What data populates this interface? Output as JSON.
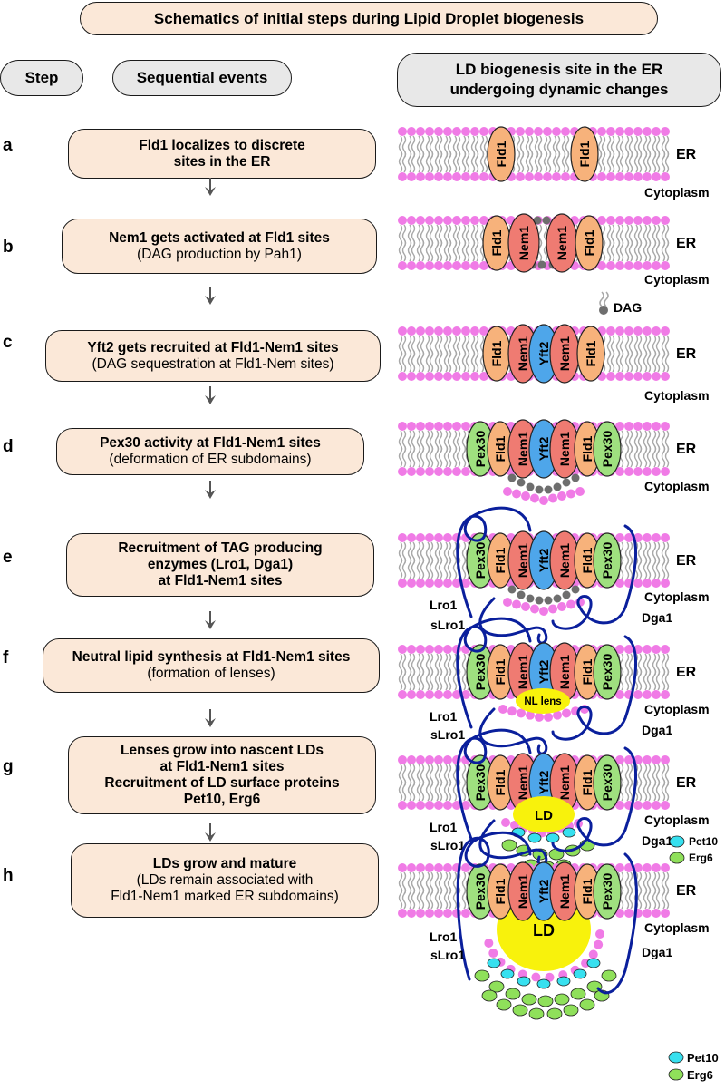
{
  "title": "Schematics of initial steps during Lipid Droplet biogenesis",
  "headers": {
    "step": "Step",
    "sequential": "Sequential events",
    "ld_site_line1": "LD biogenesis site in the ER",
    "ld_site_line2": "undergoing dynamic changes"
  },
  "steps": [
    {
      "letter": "a",
      "lines": [
        {
          "t": "Fld1 localizes to discrete",
          "b": true
        },
        {
          "t": "sites in the ER",
          "b": true
        }
      ]
    },
    {
      "letter": "b",
      "lines": [
        {
          "t": "Nem1 gets activated  at  Fld1 sites",
          "b": true
        },
        {
          "t": "(DAG production by Pah1)",
          "b": false
        }
      ]
    },
    {
      "letter": "c",
      "lines": [
        {
          "t": "Yft2 gets recruited at Fld1-Nem1 sites",
          "b": true
        },
        {
          "t": "(DAG sequestration at Fld1-Nem sites)",
          "b": false
        }
      ]
    },
    {
      "letter": "d",
      "lines": [
        {
          "t": "Pex30 activity at Fld1-Nem1 sites",
          "b": true
        },
        {
          "t": "(deformation of ER subdomains)",
          "b": false
        }
      ]
    },
    {
      "letter": "e",
      "lines": [
        {
          "t": "Recruitment of TAG producing",
          "b": true
        },
        {
          "t": "enzymes (Lro1, Dga1)",
          "b": true
        },
        {
          "t": "at Fld1-Nem1 sites",
          "b": true
        }
      ]
    },
    {
      "letter": "f",
      "lines": [
        {
          "t": "Neutral lipid synthesis at Fld1-Nem1 sites",
          "b": true
        },
        {
          "t": "(formation of lenses)",
          "b": false
        }
      ]
    },
    {
      "letter": "g",
      "lines": [
        {
          "t": "Lenses grow into nascent LDs",
          "b": true
        },
        {
          "t": "at Fld1-Nem1 sites",
          "b": true
        },
        {
          "t": "Recruitment of LD surface proteins",
          "b": true
        },
        {
          "t": "Pet10, Erg6",
          "b": true
        }
      ]
    },
    {
      "letter": "h",
      "lines": [
        {
          "t": "LDs grow and mature",
          "b": true
        },
        {
          "t": "(LDs remain associated with",
          "b": false
        },
        {
          "t": "Fld1-Nem1 marked ER subdomains)",
          "b": false
        }
      ]
    }
  ],
  "labels": {
    "er": "ER",
    "cytoplasm": "Cytoplasm",
    "dag": "DAG",
    "fld1": "Fld1",
    "nem1": "Nem1",
    "yft2": "Yft2",
    "pex30": "Pex30",
    "lro1": "Lro1",
    "slro1": "sLro1",
    "dga1": "Dga1",
    "nl_lens": "NL lens",
    "ld": "LD",
    "pet10": "Pet10",
    "erg6": "Erg6"
  },
  "colors": {
    "box_fill": "#fbe8d8",
    "header_fill": "#e8e8e8",
    "lipid_head": "#f07be6",
    "lipid_tail": "#a8a8a8",
    "dag_head": "#6e6e6e",
    "fld1": "#f7b27b",
    "nem1": "#ef7b72",
    "yft2": "#4ea6ea",
    "pex30": "#9fe07f",
    "enzyme_line": "#0a1f9c",
    "ld_fill": "#f8f20c",
    "pet10": "#37e0ef",
    "erg6": "#8fe05a",
    "arrow": "#555555"
  }
}
